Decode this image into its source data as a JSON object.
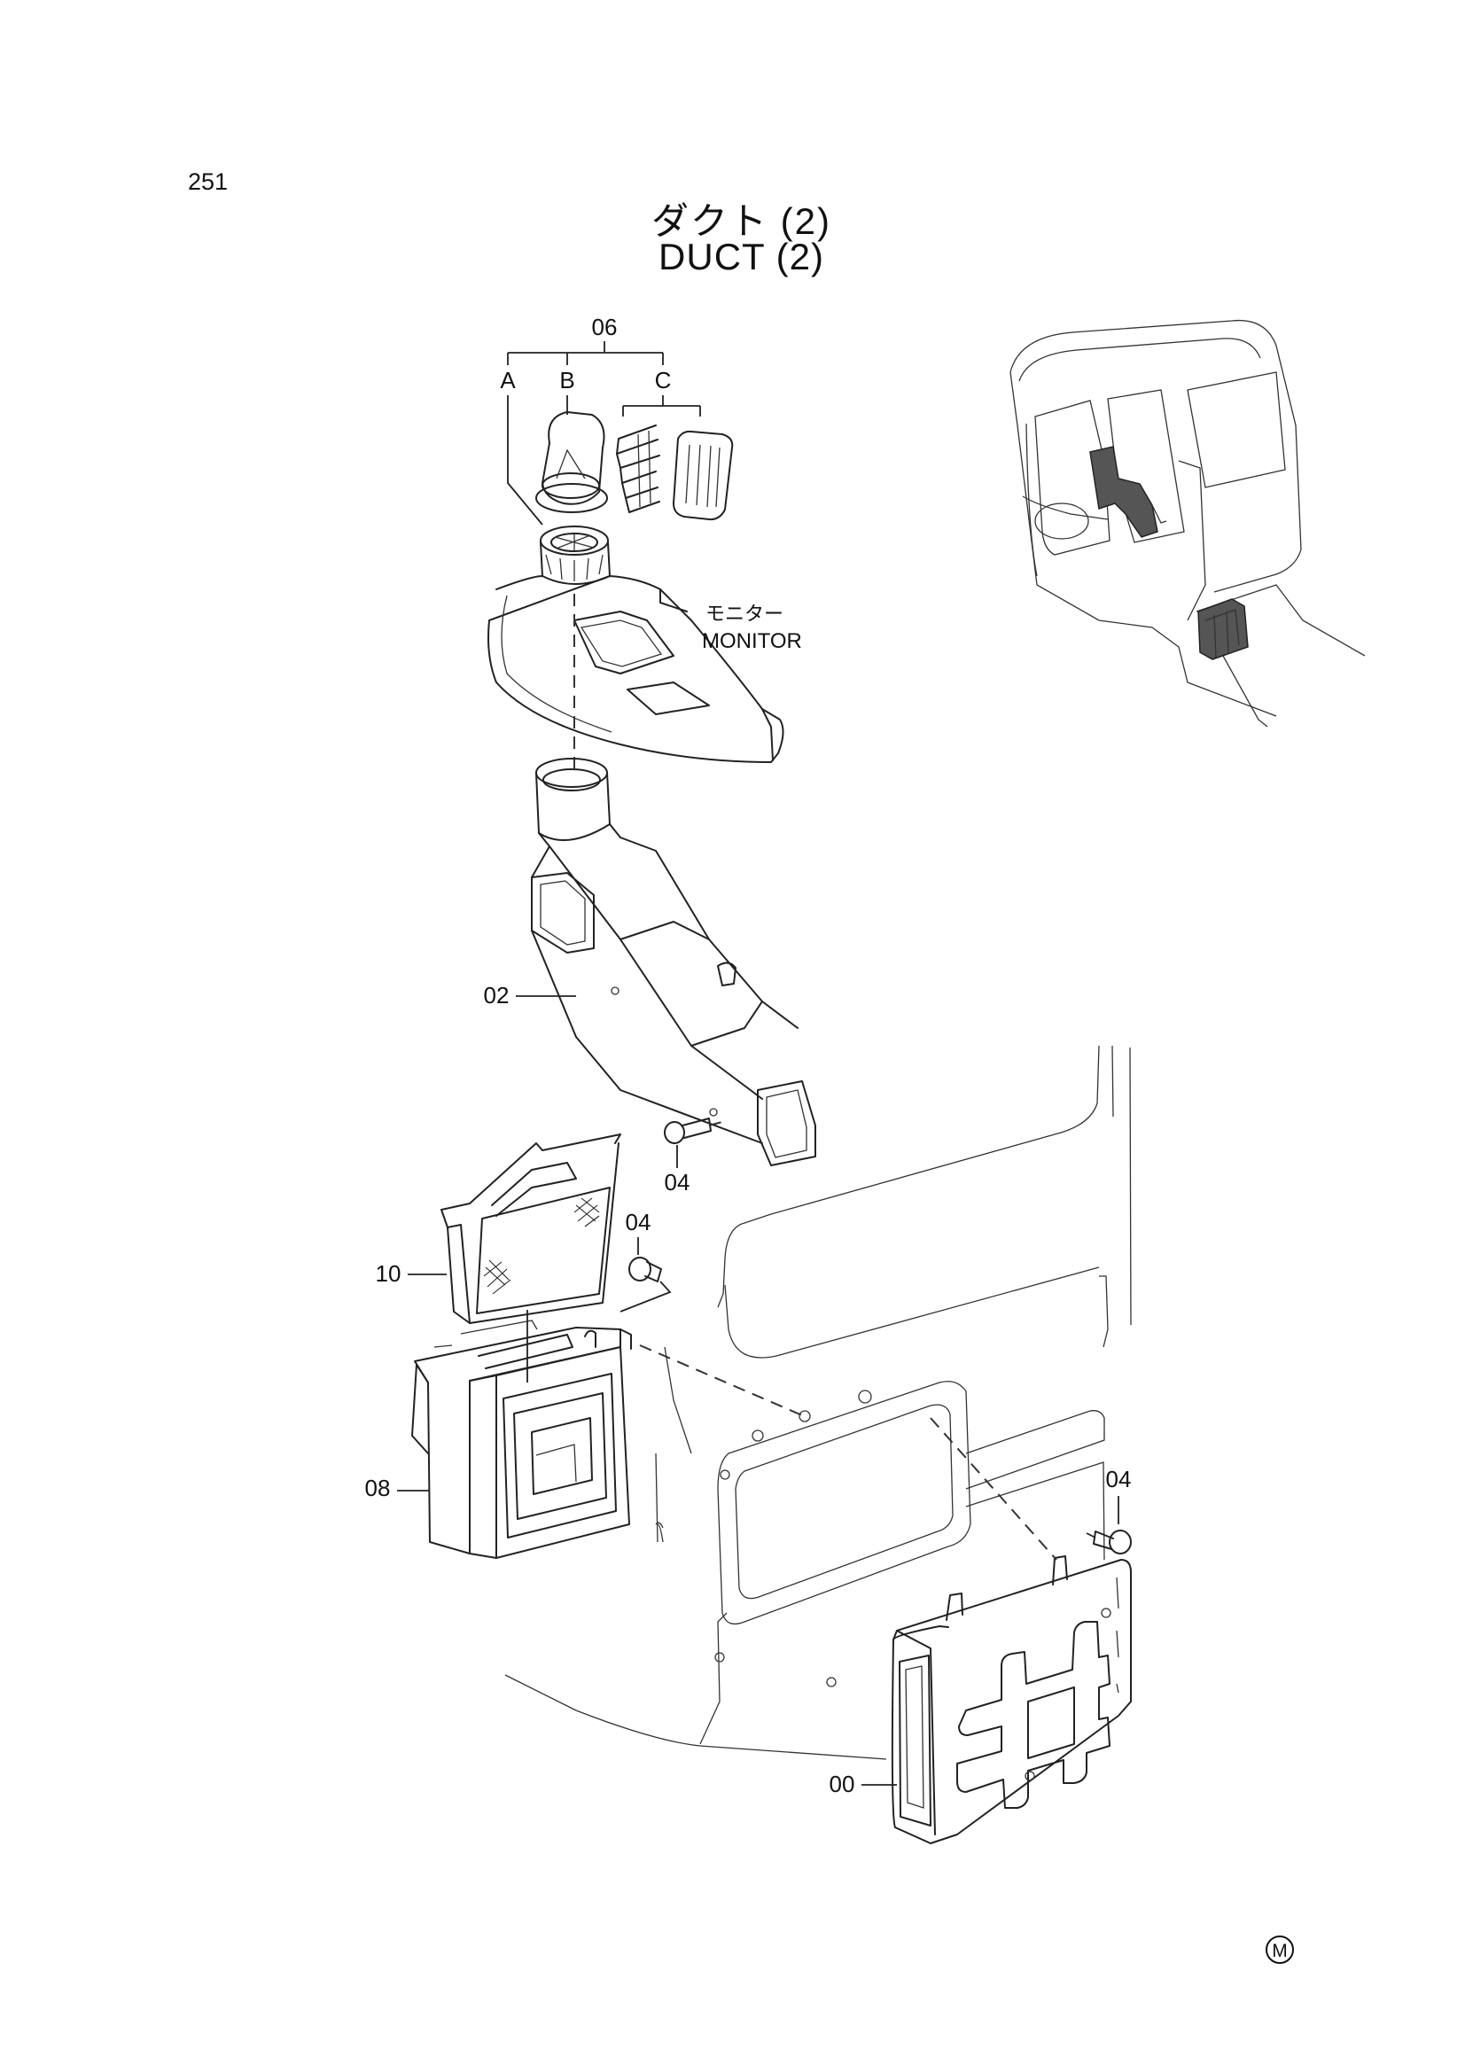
{
  "page_number": "251",
  "title_jp": "ダクト (2)",
  "title_en": "DUCT (2)",
  "callouts": {
    "p06": "06",
    "sub_a": "A",
    "sub_b": "B",
    "sub_c": "C",
    "p02": "02",
    "p04_a": "04",
    "p04_b": "04",
    "p04_c": "04",
    "p10": "10",
    "p08": "08",
    "p00": "00"
  },
  "monitor_label_jp": "モニター",
  "monitor_label_en": "MONITOR",
  "mark": "M"
}
